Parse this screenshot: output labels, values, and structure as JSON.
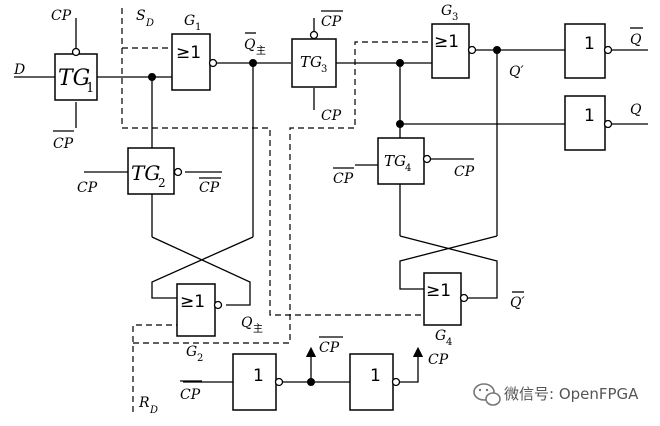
{
  "gates": {
    "tg1": "TG",
    "tg1_sub": "1",
    "tg2": "TG",
    "tg2_sub": "2",
    "tg3": "TG",
    "tg3_sub": "3",
    "tg4": "TG",
    "tg4_sub": "4",
    "or_symbol": "≥1",
    "not_symbol": "1"
  },
  "labels": {
    "d": "D",
    "cp": "CP",
    "g1": "G",
    "g1_sub": "1",
    "g2": "G",
    "g2_sub": "2",
    "g3": "G",
    "g3_sub": "3",
    "g4": "G",
    "g4_sub": "4",
    "sd": "S",
    "sd_sub": "D",
    "rd": "R",
    "rd_sub": "D",
    "q_master": "Q",
    "master_sub": "主",
    "q_prime": "Q′",
    "q_out": "Q"
  },
  "watermark": {
    "text": "微信号: OpenFPGA"
  }
}
